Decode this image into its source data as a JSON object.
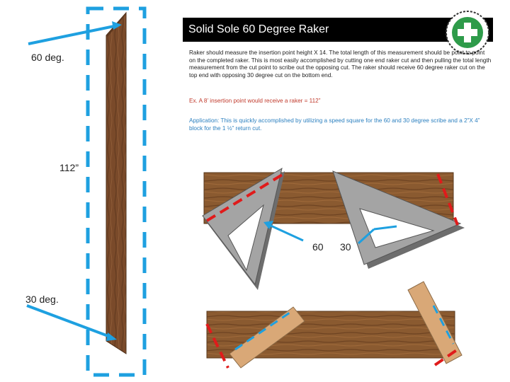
{
  "title": "Solid Sole 60 Degree Raker",
  "labels": {
    "top_angle": "60 deg.",
    "length": "112”",
    "bottom_angle": "30 deg.",
    "square_60": "60",
    "square_30": "30"
  },
  "body_text": "Raker should measure the insertion point height X 14. The total length of this measurement should be point to point on the completed raker. This is most easily accomplished by cutting one end raker cut and then pulling the total length measurement from the cut point to scribe out the opposing cut. The raker should receive 60 degree raker cut on the top end with opposing 30 degree cut on the bottom end.",
  "example_text": "Ex. A 8’ insertion point would receive a raker = 112”",
  "application_text": "Application: This is quickly accomplished by utilizing a speed square for the 60 and 30 degree scribe and a 2”X 4” block for the 1 ½” return cut.",
  "colors": {
    "wood": "#7a4a2a",
    "board": "#8a5a30",
    "block": "#d9a877",
    "square": "#9e9e9e",
    "accent_blue": "#1ea0e0",
    "accent_red": "#e01b1b",
    "logo_green": "#2e9b4a"
  },
  "icons": {
    "logo": "first-aid-cross-badge-icon"
  }
}
